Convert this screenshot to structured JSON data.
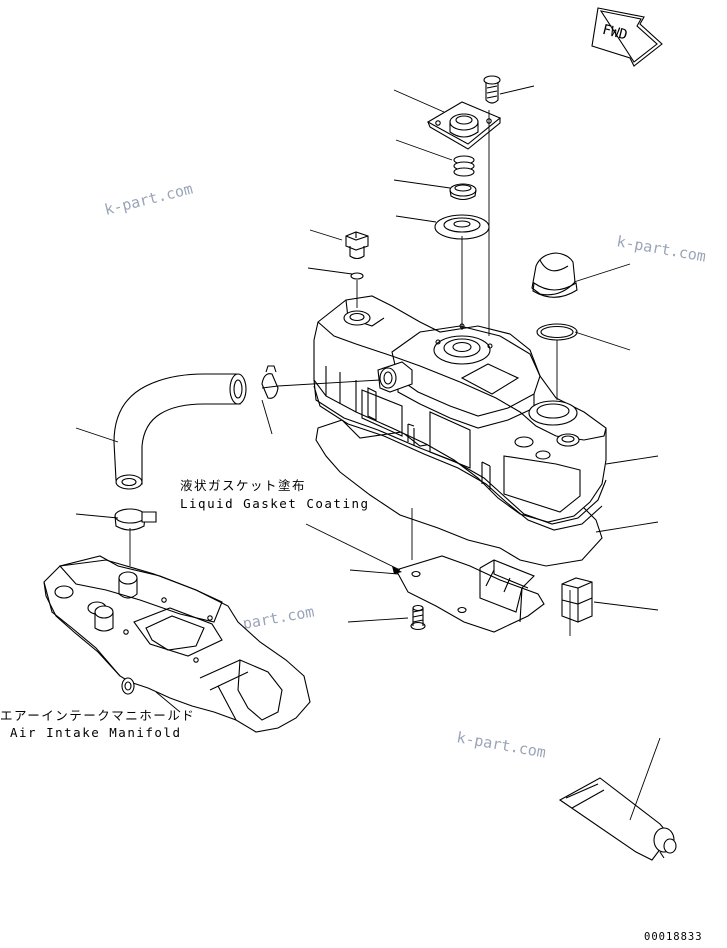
{
  "fwd_label": "FWD",
  "watermarks": [
    "k-part.com",
    "k-part.com",
    "k-part.com",
    "k-part.com"
  ],
  "gasket_label": {
    "jp": "液状ガスケット塗布",
    "en": "Liquid Gasket Coating"
  },
  "manifold_label": {
    "jp": "エアーインテークマニホールド",
    "en": "Air Intake Manifold"
  },
  "drawing_number": "00018833"
}
